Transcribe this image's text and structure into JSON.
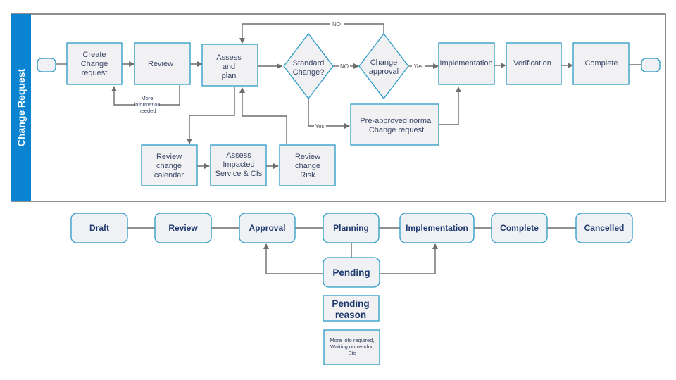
{
  "lane": {
    "title": "Change Request"
  },
  "flow": {
    "create": [
      "Create",
      "Change",
      "request"
    ],
    "review": [
      "Review"
    ],
    "assess_plan": [
      "Assess",
      "and",
      "plan"
    ],
    "standard_change": [
      "Standard",
      "Change?"
    ],
    "change_approval": [
      "Change",
      "approval"
    ],
    "implementation": [
      "Implementation"
    ],
    "verification": [
      "Verification"
    ],
    "complete": [
      "Complete"
    ],
    "preapproved": [
      "Pre-approved normal",
      "Change request"
    ],
    "review_calendar": [
      "Review",
      "change",
      "calendar"
    ],
    "assess_impacted": [
      "Assess",
      "Impacted",
      "Service & CIs"
    ],
    "review_risk": [
      "Review",
      "change",
      "Risk"
    ],
    "more_info": [
      "More",
      "information",
      "needed"
    ],
    "label_no_top": "NO",
    "label_no_mid": "NO",
    "label_yes_approval": "Yes",
    "label_yes_standard": "Yes"
  },
  "states": {
    "items": [
      "Draft",
      "Review",
      "Approval",
      "Planning",
      "Implementation",
      "Complete",
      "Cancelled"
    ],
    "pending": "Pending",
    "pending_reason": [
      "Pending",
      "reason"
    ],
    "reason_examples": [
      "More info required,",
      "Waiting on vendor,",
      "Etc"
    ]
  }
}
